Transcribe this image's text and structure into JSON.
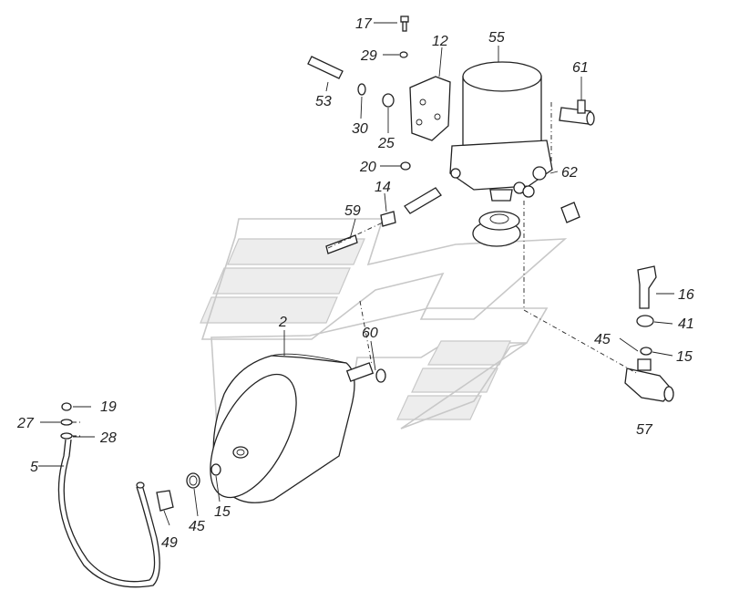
{
  "labels": {
    "p2": "2",
    "p5": "5",
    "p12": "12",
    "p14": "14",
    "p15a": "15",
    "p15b": "15",
    "p16": "16",
    "p17": "17",
    "p19": "19",
    "p20": "20",
    "p25": "25",
    "p27": "27",
    "p28": "28",
    "p29": "29",
    "p30": "30",
    "p41": "41",
    "p45a": "45",
    "p45b": "45",
    "p49": "49",
    "p53": "53",
    "p55": "55",
    "p57": "57",
    "p59": "59",
    "p60": "60",
    "p61": "61",
    "p62": "62"
  },
  "colors": {
    "line": "#222222",
    "watermark": "#c8c8c8",
    "background": "#ffffff"
  }
}
